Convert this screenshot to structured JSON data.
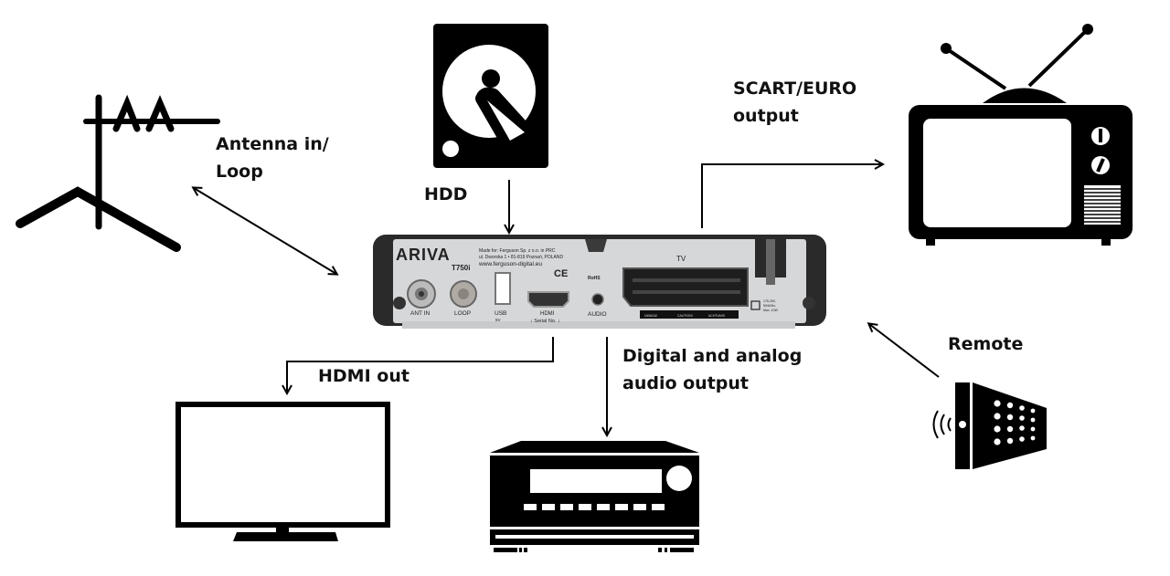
{
  "labels": {
    "antenna_line1": "Antenna in/",
    "antenna_line2": "Loop",
    "hdd": "HDD",
    "scart_line1": "SCART/EURO",
    "scart_line2": "output",
    "remote": "Remote",
    "hdmi_out": "HDMI out",
    "audio_line1": "Digital and analog",
    "audio_line2": "audio output"
  },
  "device": {
    "brand": "ARIVA",
    "model": "T750i",
    "maker_line1": "Made for: Ferguson Sp. z o.o. in PRC",
    "maker_line2": "ul. Dworska 1 • 81-819 Poznań, POLAND",
    "website": "www.ferguson-digital.eu",
    "scart_label": "TV",
    "ports": {
      "ant_in": "ANT IN",
      "loop": "LOOP",
      "usb": "USB",
      "usb_spec": "5V",
      "hdmi": "HDMI",
      "serial": "↓ Serial No. ↓",
      "audio": "AUDIO"
    },
    "power_spec_line1": "175-25V,",
    "power_spec_line2": "50/60Hz,",
    "power_spec_line3": "Max. 10W",
    "warnings": [
      "UWAGA!",
      "CAUTION!",
      "ACHTUNG!"
    ],
    "rohs": "RoHS",
    "ce": "CE"
  },
  "colors": {
    "ink": "#000000",
    "device_panel": "#d6d7d9",
    "device_frame": "#2a2a2a"
  }
}
